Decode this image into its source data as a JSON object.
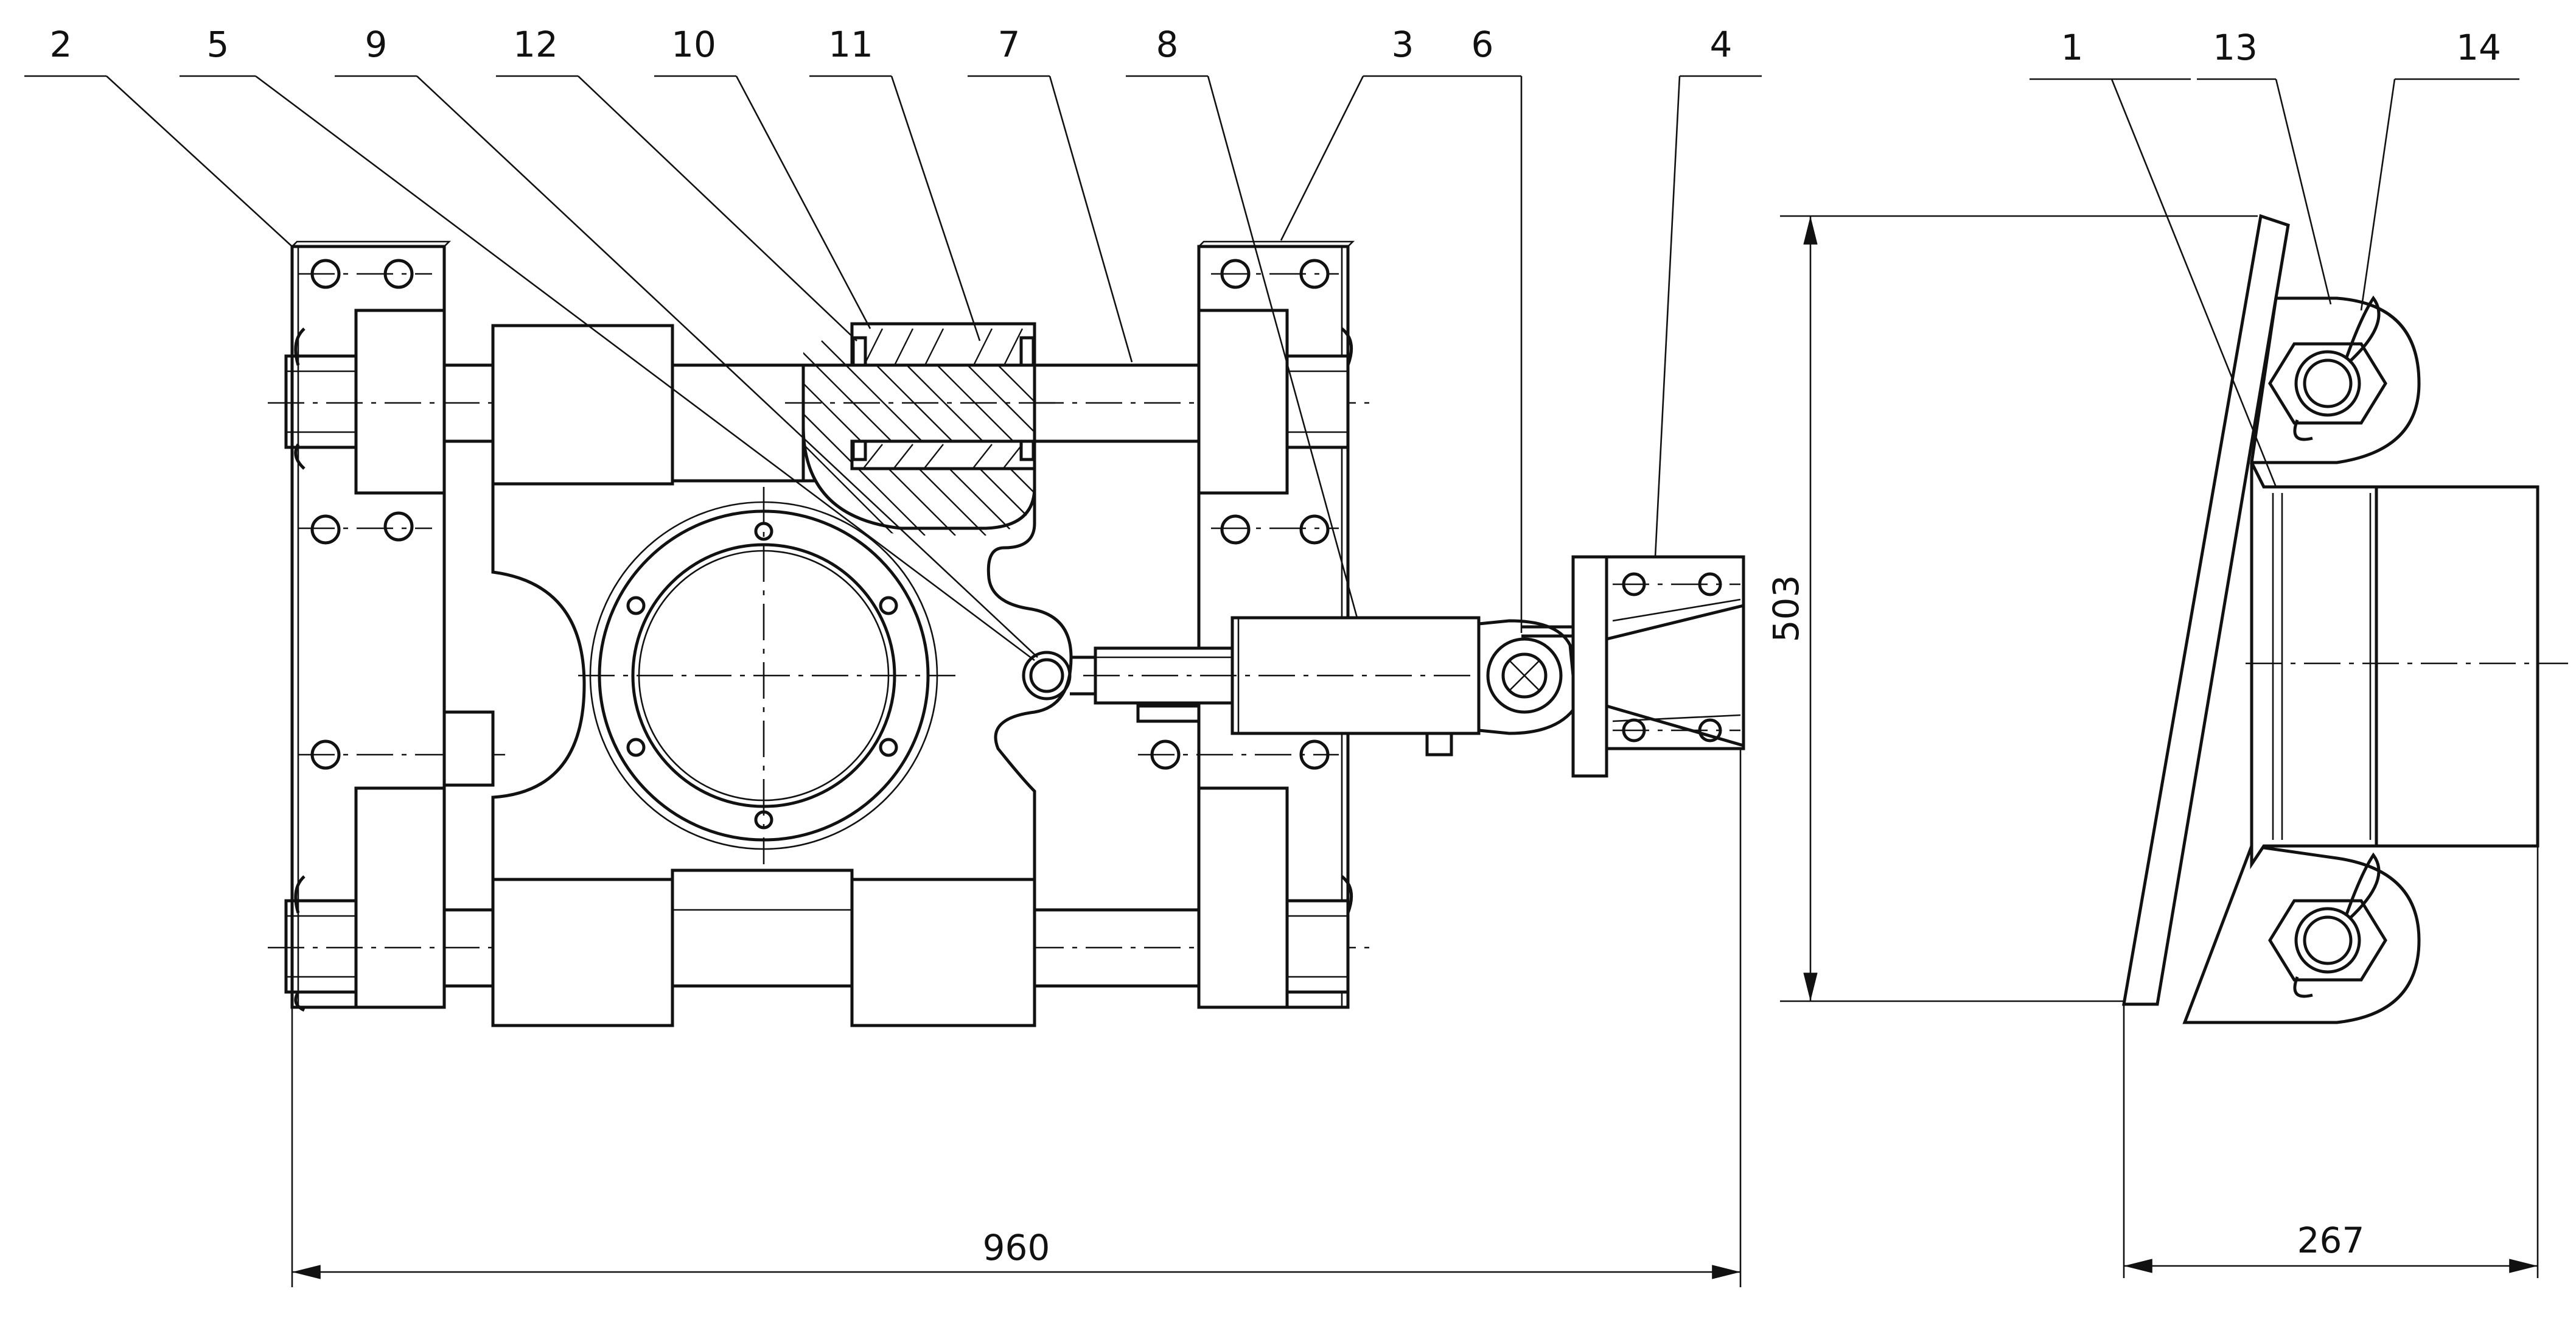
{
  "drawing": {
    "callouts": [
      "2",
      "5",
      "9",
      "12",
      "10",
      "11",
      "7",
      "8",
      "3",
      "6",
      "4",
      "1",
      "13",
      "14"
    ],
    "dimensions": {
      "overall_width": "960",
      "height": "503",
      "side_width": "267"
    }
  }
}
